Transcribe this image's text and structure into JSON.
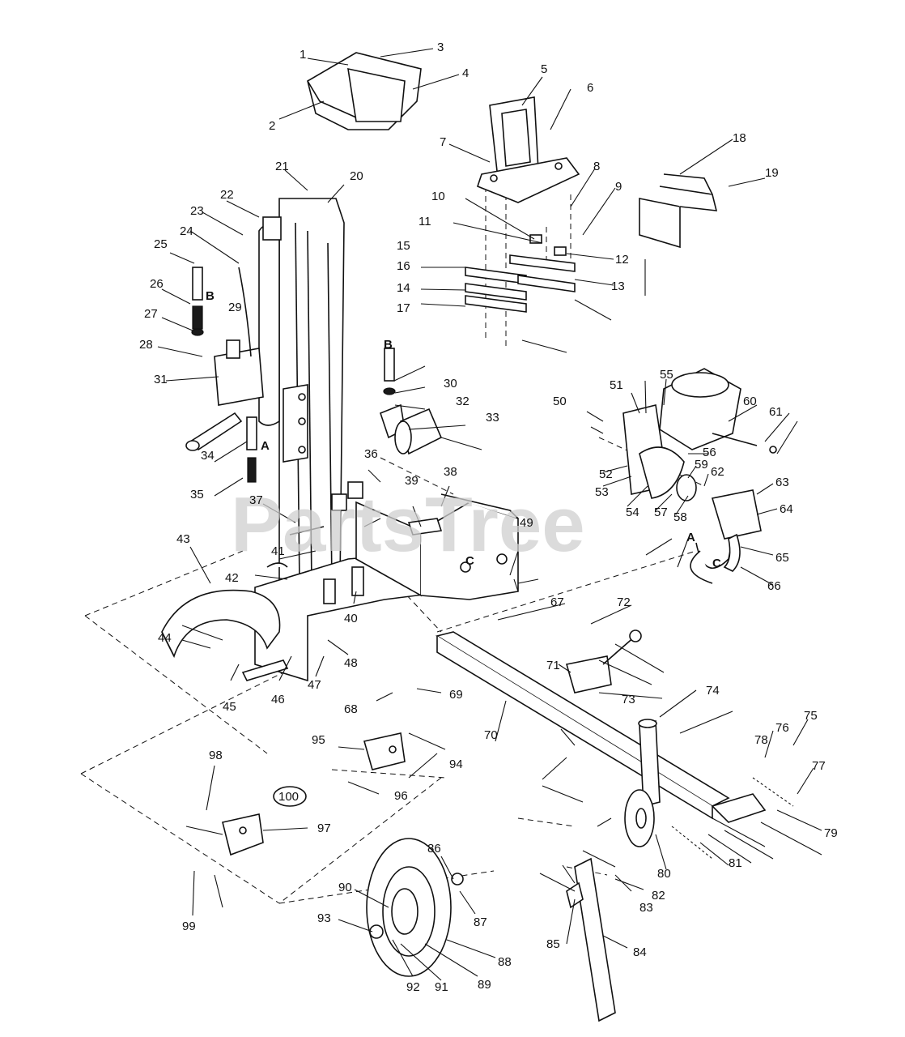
{
  "watermark": "PartsTree",
  "callouts": [
    "1",
    "2",
    "3",
    "4",
    "5",
    "6",
    "7",
    "8",
    "9",
    "10",
    "11",
    "12",
    "13",
    "14",
    "15",
    "16",
    "17",
    "18",
    "19",
    "20",
    "21",
    "22",
    "23",
    "24",
    "25",
    "26",
    "27",
    "28",
    "29",
    "30",
    "31",
    "32",
    "33",
    "34",
    "35",
    "36",
    "37",
    "38",
    "39",
    "40",
    "41",
    "42",
    "43",
    "44",
    "45",
    "46",
    "47",
    "48",
    "49",
    "50",
    "51",
    "52",
    "53",
    "54",
    "55",
    "56",
    "57",
    "58",
    "59",
    "60",
    "61",
    "62",
    "63",
    "64",
    "65",
    "66",
    "67",
    "68",
    "69",
    "70",
    "71",
    "72",
    "73",
    "74",
    "75",
    "76",
    "77",
    "78",
    "79",
    "80",
    "81",
    "82",
    "83",
    "84",
    "85",
    "86",
    "87",
    "88",
    "89",
    "90",
    "91",
    "92",
    "93",
    "94",
    "95",
    "96",
    "97",
    "98",
    "99",
    "100"
  ],
  "reference_letters": [
    "A",
    "B",
    "C"
  ]
}
